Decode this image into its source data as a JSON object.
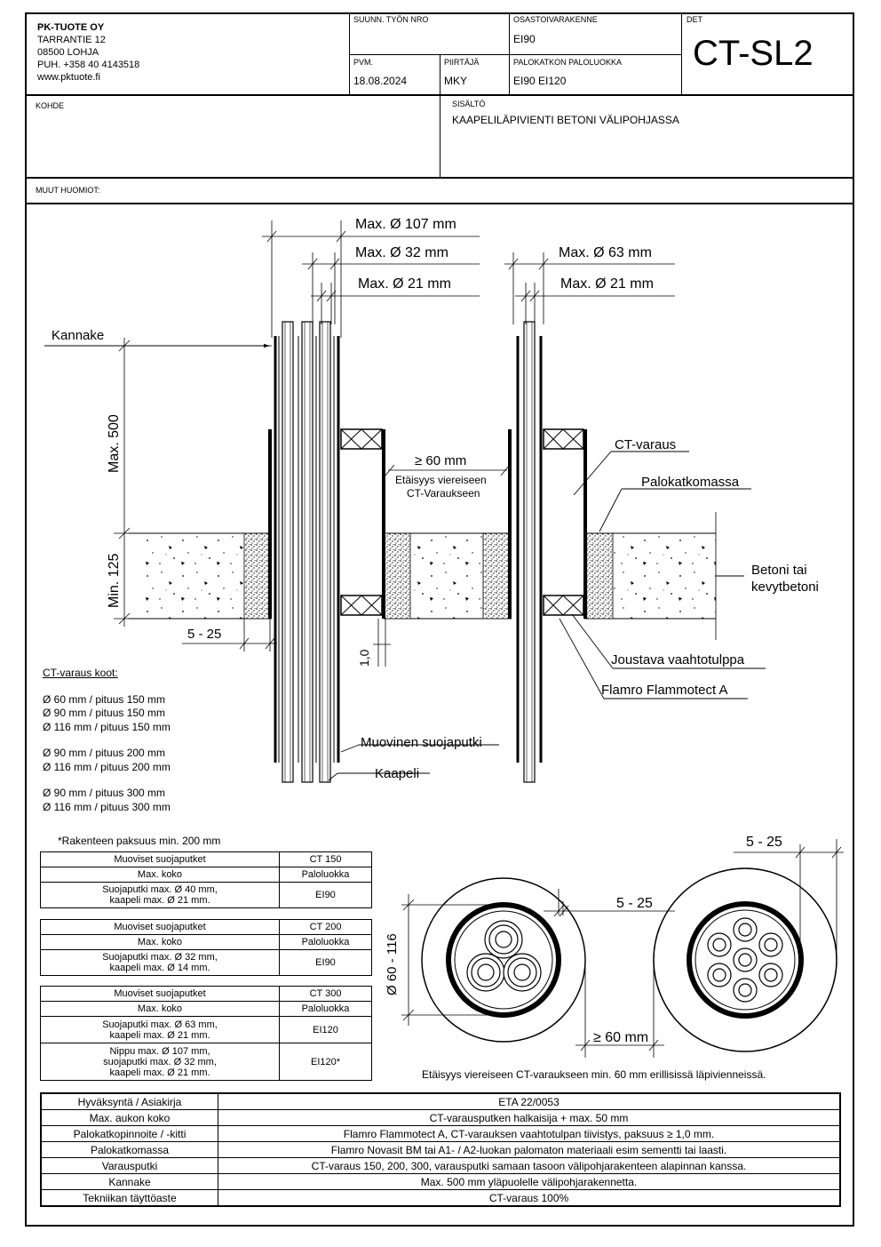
{
  "header": {
    "company": {
      "name": "PK-TUOTE OY",
      "street": "TARRANTIE 12",
      "postal": "08500 LOHJA",
      "phone": "PUH. +358 40 4143518",
      "web": "www.pktuote.fi"
    },
    "work_no": {
      "label": "SUUNN. TYÖN NRO",
      "value": ""
    },
    "structure": {
      "label": "OSASTOIVARAKENNE",
      "value": "EI90"
    },
    "det": {
      "label": "DET",
      "value": "CT-SL2"
    },
    "date": {
      "label": "PVM.",
      "value": "18.08.2024"
    },
    "drawer": {
      "label": "PIIRTÄJÄ",
      "value": "MKY"
    },
    "fire_class": {
      "label": "PALOKATKON PALOLUOKKA",
      "value": "EI90 EI120"
    },
    "target": {
      "label": "KOHDE",
      "value": ""
    },
    "content": {
      "label": "SISÄLTÖ",
      "value": "KAAPELILÄPIVIENTI BETONI VÄLIPOHJASSA"
    },
    "notes": {
      "label": "MUUT HUOMIOT:",
      "value": ""
    }
  },
  "drawing": {
    "dims": {
      "d107": "Max. Ø 107 mm",
      "d32": "Max. Ø 32 mm",
      "d21_left": "Max. Ø 21 mm",
      "d63": "Max. Ø 63 mm",
      "d21_right": "Max. Ø 21 mm",
      "max500": "Max. 500",
      "min125": "Min. 125",
      "gap_5_25": "5 - 25",
      "thickness": "1,0",
      "dist60": "≥ 60 mm",
      "dist60_note1": "Etäisyys viereiseen",
      "dist60_note2": "CT-Varaukseen"
    },
    "labels": {
      "kannake": "Kannake",
      "ctvaraus": "CT-varaus",
      "palokatkomassa": "Palokatkomassa",
      "betoni1": "Betoni tai",
      "betoni2": "kevytbetoni",
      "vaahtotulppa": "Joustava vaahtotulppa",
      "flamro": "Flamro Flammotect A",
      "suojaputki": "Muovinen suojaputki",
      "kaapeli": "Kaapeli"
    },
    "sizes": {
      "title": "CT-varaus koot:",
      "groups": [
        [
          "Ø 60 mm / pituus 150 mm",
          "Ø 90 mm / pituus 150 mm",
          "Ø 116 mm / pituus 150 mm"
        ],
        [
          "Ø 90 mm / pituus 200 mm",
          "Ø 116 mm / pituus 200 mm"
        ],
        [
          "Ø 90 mm / pituus 300 mm",
          "Ø 116 mm / pituus 300 mm"
        ]
      ]
    },
    "cross_section": {
      "dia": "Ø 60 - 116",
      "gap_a": "5 - 25",
      "gap_b": "5 - 25",
      "dist": "≥ 60 mm",
      "note": "Etäisyys viereiseen CT-varaukseen min. 60 mm erillisissä läpivienneissä."
    }
  },
  "spec_tables": {
    "note": "*Rakenteen paksuus min. 200 mm",
    "ct150": {
      "rows": [
        [
          "Muoviset suojaputket",
          "CT 150"
        ],
        [
          "Max. koko",
          "Paloluokka"
        ],
        [
          "Suojaputki max. Ø 40 mm,|kaapeli max. Ø 21 mm.",
          "EI90"
        ]
      ]
    },
    "ct200": {
      "rows": [
        [
          "Muoviset suojaputket",
          "CT 200"
        ],
        [
          "Max. koko",
          "Paloluokka"
        ],
        [
          "Suojaputki max. Ø 32 mm,|kaapeli max. Ø 14 mm.",
          "EI90"
        ]
      ]
    },
    "ct300": {
      "rows": [
        [
          "Muoviset suojaputket",
          "CT 300"
        ],
        [
          "Max. koko",
          "Paloluokka"
        ],
        [
          "Suojaputki max. Ø 63 mm,|kaapeli max. Ø 21 mm.",
          "EI120"
        ],
        [
          "Nippu max. Ø 107 mm,|suojaputki max. Ø 32 mm,|kaapeli max. Ø 21 mm.",
          "EI120*"
        ]
      ]
    }
  },
  "approval_table": [
    [
      "Hyväksyntä / Asiakirja",
      "ETA 22/0053"
    ],
    [
      "Max. aukon koko",
      "CT-varausputken halkaisija + max. 50 mm"
    ],
    [
      "Palokatkopinnoite / -kitti",
      "Flamro Flammotect A, CT-varauksen vaahtotulpan tiivistys, paksuus ≥ 1,0 mm."
    ],
    [
      "Palokatkomassa",
      "Flamro Novasit BM tai A1- / A2-luokan palomaton materiaali esim sementti tai laasti."
    ],
    [
      "Varausputki",
      "CT-varaus 150, 200, 300, varausputki samaan tasoon välipohjarakenteen alapinnan kanssa."
    ],
    [
      "Kannake",
      "Max. 500 mm yläpuolelle välipohjarakennetta."
    ],
    [
      "Tekniikan täyttöaste",
      "CT-varaus 100%"
    ]
  ]
}
